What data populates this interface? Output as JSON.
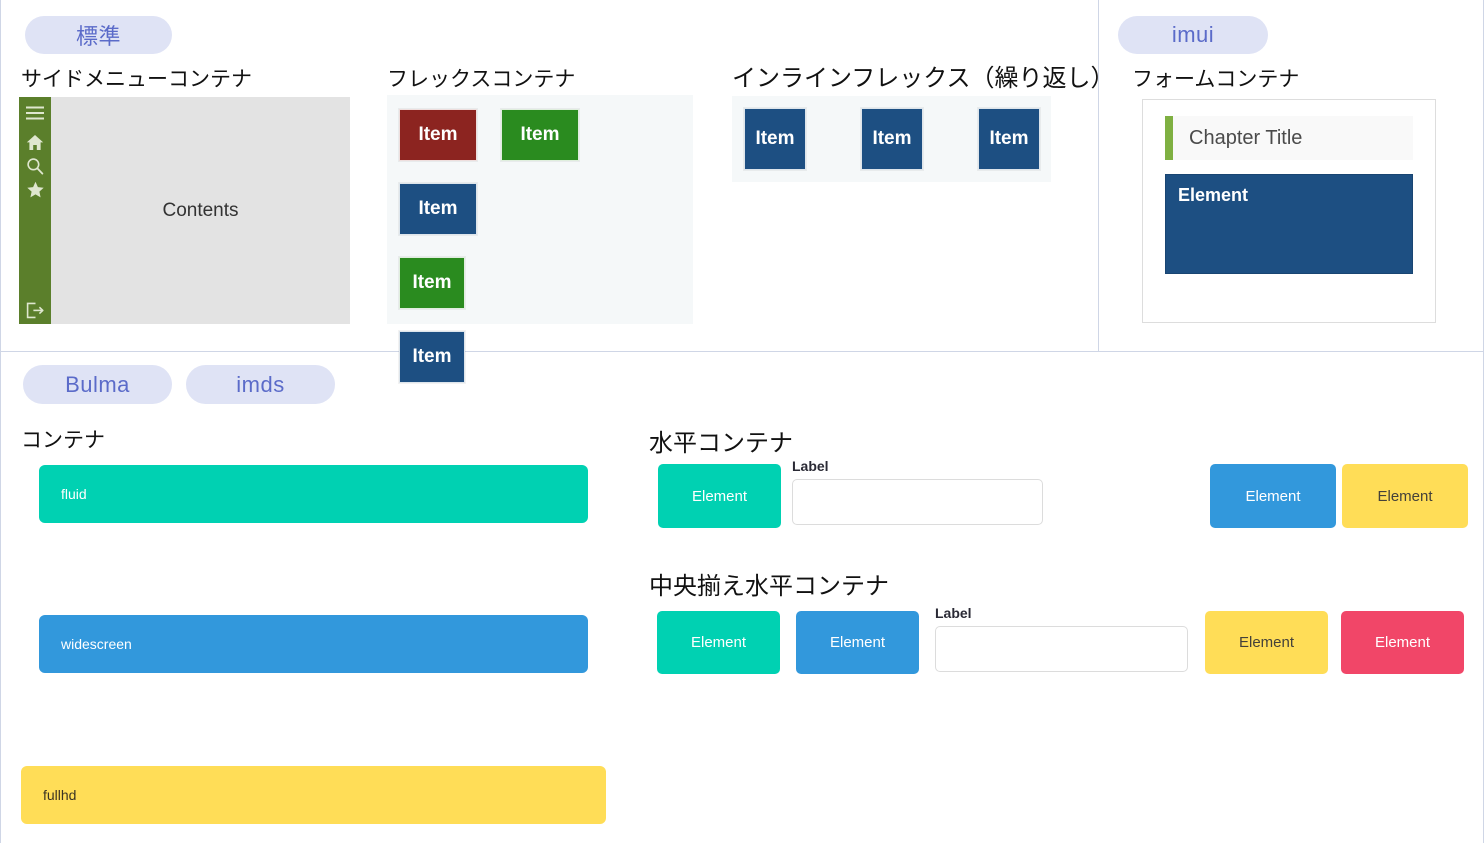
{
  "page": {
    "accent_badge_bg": "#dfe3f5",
    "accent_badge_text": "#5b6bc9",
    "divider_color": "#cfd6e6"
  },
  "top_section": {
    "badge": "標準",
    "right_badge": "imui",
    "blocks": [
      {
        "title": "サイドメニューコンテナ"
      },
      {
        "title": "フレックスコンテナ"
      },
      {
        "title": "インラインフレックス（繰り返し）"
      },
      {
        "title": "フォームコンテナ"
      }
    ],
    "side_menu": {
      "title": "サイドメニューコンテナ",
      "bar_color": "#5b7f2b",
      "body_color": "#e3e3e3",
      "contents_label": "Contents",
      "icons": [
        {
          "name": "hamburger-icon"
        },
        {
          "name": "home-icon"
        },
        {
          "name": "search-icon"
        },
        {
          "name": "star-icon"
        },
        {
          "name": "logout-icon"
        }
      ]
    },
    "flex_container": {
      "title": "フレックスコンテナ",
      "background": "#f5f8f9",
      "items": [
        {
          "label": "Item",
          "color": "#8c2420",
          "variant": "red"
        },
        {
          "label": "Item",
          "color": "#2a8b1f",
          "variant": "green"
        },
        {
          "label": "Item",
          "color": "#1d4f82",
          "variant": "blue"
        },
        {
          "label": "Item",
          "color": "#2a8b1f",
          "variant": "green"
        },
        {
          "label": "Item",
          "color": "#1d4f82",
          "variant": "blue"
        }
      ]
    },
    "inline_flex": {
      "title": "インラインフレックス（繰り返し）",
      "background": "#f5f8f9",
      "items": [
        {
          "label": "Item",
          "color": "#1d4f82"
        },
        {
          "label": "Item",
          "color": "#1d4f82"
        },
        {
          "label": "Item",
          "color": "#1d4f82"
        }
      ]
    },
    "form_container": {
      "title": "フォームコンテナ",
      "chapter_title": "Chapter Title",
      "chapter_accent": "#7fb042",
      "element_label": "Element",
      "element_color": "#1d4f82"
    }
  },
  "bottom_section": {
    "badges": [
      "Bulma",
      "imds"
    ],
    "container": {
      "title": "コンテナ",
      "bars": [
        {
          "label": "fluid",
          "color": "#00d1b2",
          "variant": "teal"
        },
        {
          "label": "widescreen",
          "color": "#3298dc",
          "variant": "blue"
        },
        {
          "label": "fullhd",
          "color": "#ffdd57",
          "variant": "yellow"
        }
      ]
    },
    "horizontal": {
      "title": "水平コンテナ",
      "left_element": {
        "label": "Element",
        "color": "#00d1b2",
        "variant": "teal"
      },
      "field": {
        "label": "Label",
        "value": "",
        "placeholder": ""
      },
      "right_elements": [
        {
          "label": "Element",
          "color": "#3298dc",
          "variant": "blue"
        },
        {
          "label": "Element",
          "color": "#ffdd57",
          "variant": "yellow"
        }
      ]
    },
    "centered_horizontal": {
      "title": "中央揃え水平コンテナ",
      "left_elements": [
        {
          "label": "Element",
          "color": "#00d1b2",
          "variant": "teal"
        },
        {
          "label": "Element",
          "color": "#3298dc",
          "variant": "blue"
        }
      ],
      "field": {
        "label": "Label",
        "value": "",
        "placeholder": ""
      },
      "right_elements": [
        {
          "label": "Element",
          "color": "#ffdd57",
          "variant": "yellow"
        },
        {
          "label": "Element",
          "color": "#f14668",
          "variant": "red"
        }
      ]
    }
  }
}
